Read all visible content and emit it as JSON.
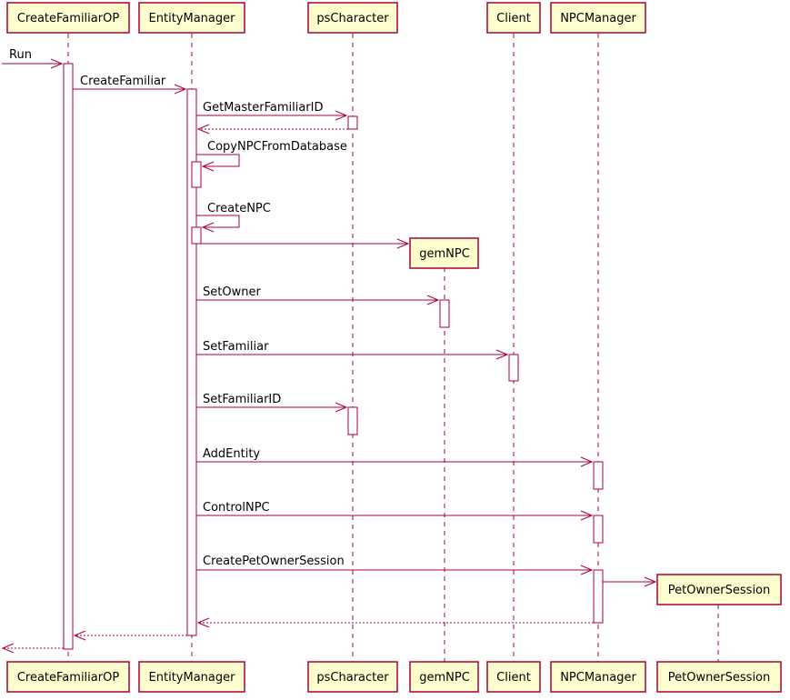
{
  "participants": [
    {
      "id": "cfop",
      "label": "CreateFamiliarOP"
    },
    {
      "id": "em",
      "label": "EntityManager"
    },
    {
      "id": "psc",
      "label": "psCharacter"
    },
    {
      "id": "gem",
      "label": "gemNPC"
    },
    {
      "id": "client",
      "label": "Client"
    },
    {
      "id": "npcm",
      "label": "NPCManager"
    },
    {
      "id": "pos",
      "label": "PetOwnerSession"
    }
  ],
  "messages": [
    {
      "id": "run",
      "label": "Run"
    },
    {
      "id": "create_familiar",
      "label": "CreateFamiliar"
    },
    {
      "id": "get_master_familiar_id",
      "label": "GetMasterFamiliarID"
    },
    {
      "id": "copy_npc_from_database",
      "label": "CopyNPCFromDatabase"
    },
    {
      "id": "create_npc",
      "label": "CreateNPC"
    },
    {
      "id": "set_owner",
      "label": "SetOwner"
    },
    {
      "id": "set_familiar",
      "label": "SetFamiliar"
    },
    {
      "id": "set_familiar_id",
      "label": "SetFamiliarID"
    },
    {
      "id": "add_entity",
      "label": "AddEntity"
    },
    {
      "id": "control_npc",
      "label": "ControlNPC"
    },
    {
      "id": "create_pet_owner_session",
      "label": "CreatePetOwnerSession"
    }
  ],
  "colors": {
    "line": "#A80036",
    "participant_fill": "#FEFECE",
    "activation_fill": "#FFFFFF"
  }
}
